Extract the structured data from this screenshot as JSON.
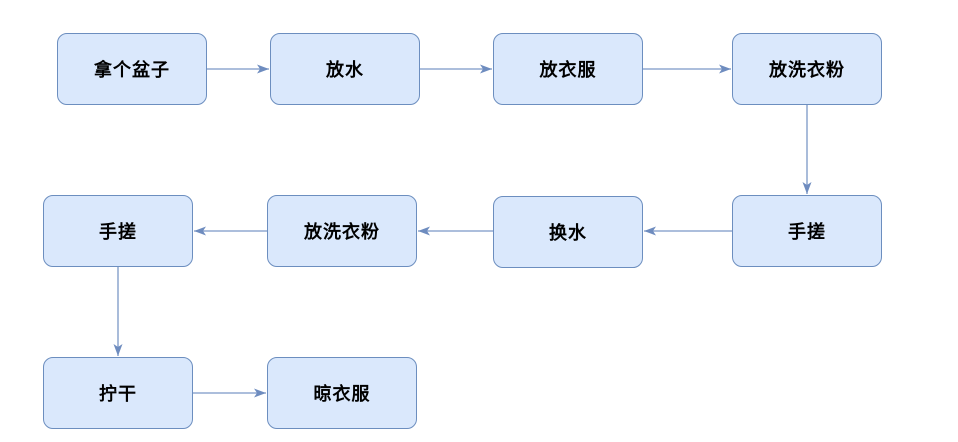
{
  "diagram": {
    "type": "flowchart",
    "subject": "洗衣服流程",
    "background_color": "#ffffff",
    "node_fill_color": "#dae8fc",
    "node_border_color": "#6c8ebf",
    "arrow_color": "#7b97c7",
    "text_color": "#000000",
    "nodes": [
      {
        "id": "n1",
        "label": "拿个盆子",
        "row": 1,
        "col": 1
      },
      {
        "id": "n2",
        "label": "放水",
        "row": 1,
        "col": 2
      },
      {
        "id": "n3",
        "label": "放衣服",
        "row": 1,
        "col": 3
      },
      {
        "id": "n4",
        "label": "放洗衣粉",
        "row": 1,
        "col": 4
      },
      {
        "id": "n5",
        "label": "手搓",
        "row": 2,
        "col": 1
      },
      {
        "id": "n6",
        "label": "放洗衣粉",
        "row": 2,
        "col": 2
      },
      {
        "id": "n7",
        "label": "换水",
        "row": 2,
        "col": 3
      },
      {
        "id": "n8",
        "label": "手搓",
        "row": 2,
        "col": 4
      },
      {
        "id": "n9",
        "label": "拧干",
        "row": 3,
        "col": 1
      },
      {
        "id": "n10",
        "label": "晾衣服",
        "row": 3,
        "col": 2
      }
    ],
    "edges": [
      {
        "from": "n1",
        "to": "n2",
        "from_label": "拿个盆子",
        "to_label": "放水",
        "direction": "right"
      },
      {
        "from": "n2",
        "to": "n3",
        "from_label": "放水",
        "to_label": "放衣服",
        "direction": "right"
      },
      {
        "from": "n3",
        "to": "n4",
        "from_label": "放衣服",
        "to_label": "放洗衣粉",
        "direction": "right"
      },
      {
        "from": "n4",
        "to": "n8",
        "from_label": "放洗衣粉",
        "to_label": "手搓",
        "direction": "down"
      },
      {
        "from": "n8",
        "to": "n7",
        "from_label": "手搓",
        "to_label": "换水",
        "direction": "left"
      },
      {
        "from": "n7",
        "to": "n6",
        "from_label": "换水",
        "to_label": "放洗衣粉",
        "direction": "left"
      },
      {
        "from": "n6",
        "to": "n5",
        "from_label": "放洗衣粉",
        "to_label": "手搓",
        "direction": "left"
      },
      {
        "from": "n5",
        "to": "n9",
        "from_label": "手搓",
        "to_label": "拧干",
        "direction": "down"
      },
      {
        "from": "n9",
        "to": "n10",
        "from_label": "拧干",
        "to_label": "晾衣服",
        "direction": "right"
      }
    ],
    "step_sequence": [
      "拿个盆子",
      "放水",
      "放衣服",
      "放洗衣粉",
      "手搓",
      "换水",
      "放洗衣粉",
      "手搓",
      "拧干",
      "晾衣服"
    ]
  }
}
